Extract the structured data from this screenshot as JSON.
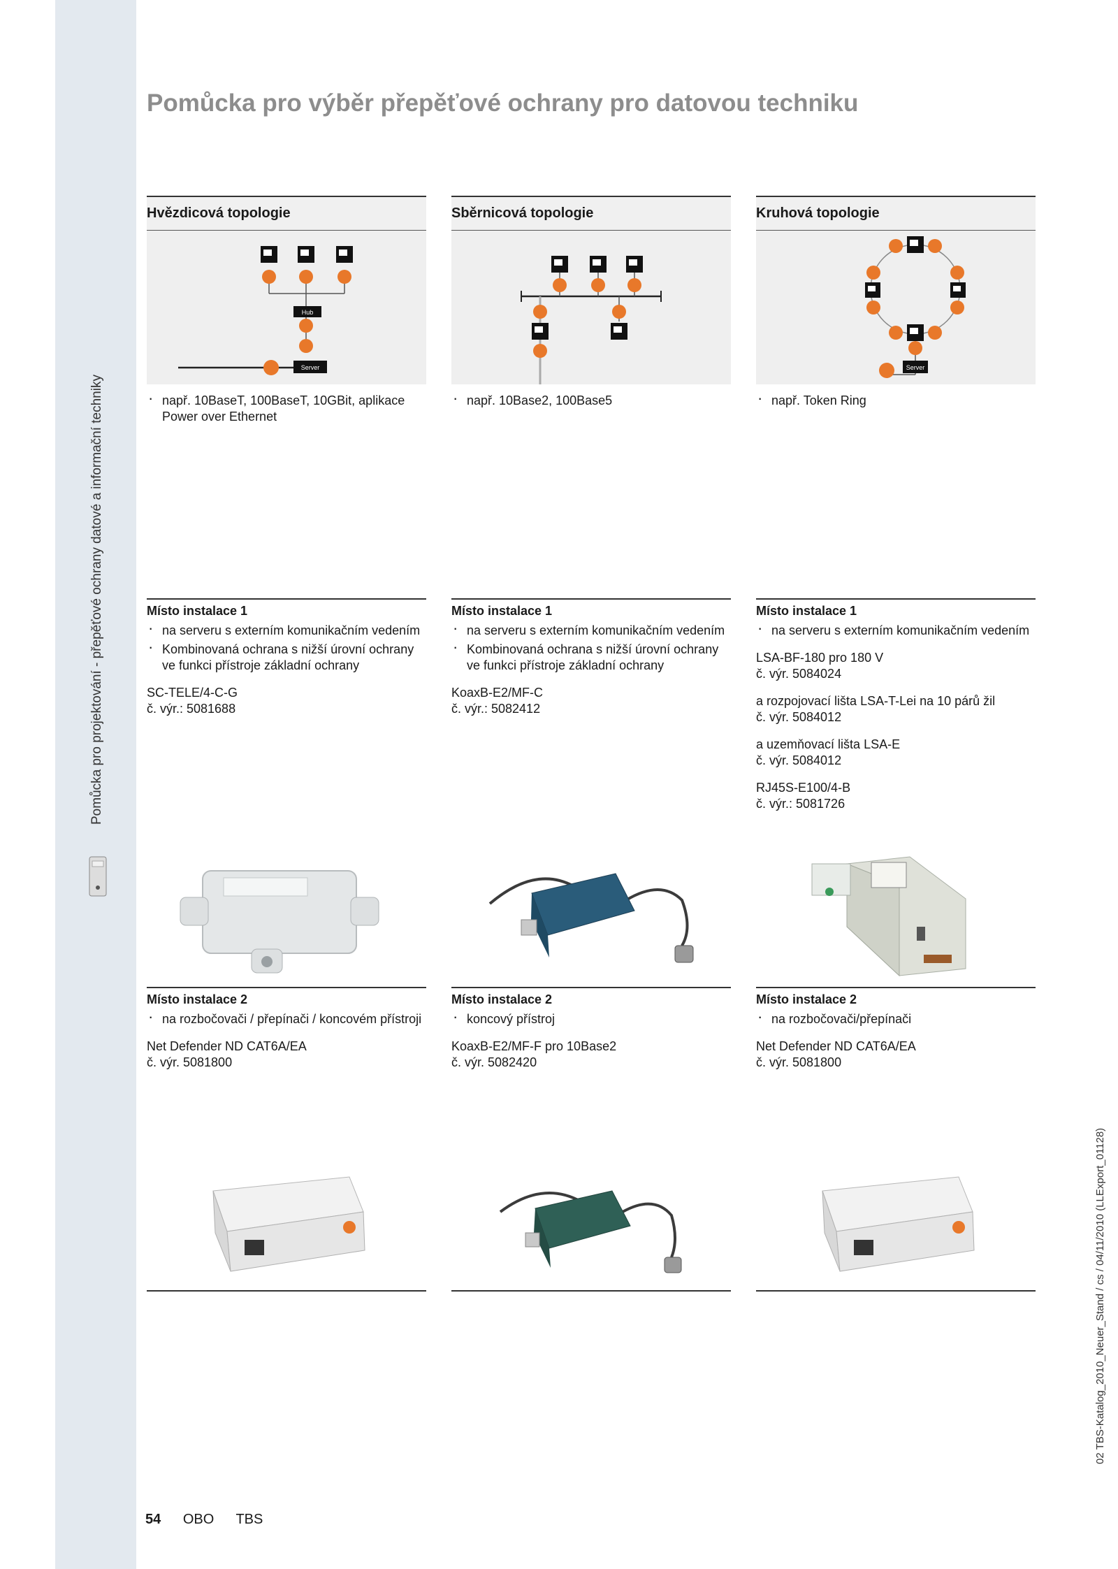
{
  "page": {
    "title": "Pomůcka pro výběr přepěťové ochrany pro datovou techniku",
    "side_label": "Pomůcka pro projektování - přepěťové ochrany datové a informační techniky",
    "right_label": "02 TBS-Katalog_2010_Neuer_Stand / cs / 04/11/2010 (LLExport_01128)",
    "footer": {
      "page_number": "54",
      "brand": "OBO",
      "section": "TBS"
    }
  },
  "columns": [
    {
      "heading": "Hvězdicová topologie",
      "diagram": {
        "hub_label": "Hub",
        "server_label": "Server"
      },
      "examples": [
        "např. 10BaseT, 100BaseT, 10GBit, aplikace Power over Ethernet"
      ],
      "install1": {
        "heading": "Místo instalace 1",
        "bullets": [
          "na serveru s externím komunikačním vedením",
          "Kombinovaná ochrana s nižší úrovní ochrany ve funkci přístroje základní ochrany"
        ],
        "products": [
          {
            "name": "SC-TELE/4-C-G",
            "code": "č. výr.: 5081688"
          }
        ]
      },
      "install2": {
        "heading": "Místo instalace 2",
        "bullets": [
          "na rozbočovači / přepínači / koncovém přístroji"
        ],
        "products": [
          {
            "name": "Net Defender ND CAT6A/EA",
            "code": "č. výr. 5081800"
          }
        ]
      }
    },
    {
      "heading": "Sběrnicová topologie",
      "examples": [
        "např. 10Base2, 100Base5"
      ],
      "install1": {
        "heading": "Místo instalace 1",
        "bullets": [
          "na serveru s externím komunikačním vedením",
          "Kombinovaná ochrana s nižší úrovní ochrany ve funkci přístroje základní ochrany"
        ],
        "products": [
          {
            "name": "KoaxB-E2/MF-C",
            "code": "č. výr.: 5082412"
          }
        ]
      },
      "install2": {
        "heading": "Místo instalace 2",
        "bullets": [
          "koncový přístroj"
        ],
        "products": [
          {
            "name": "KoaxB-E2/MF-F pro 10Base2",
            "code": "č. výr. 5082420"
          }
        ]
      }
    },
    {
      "heading": "Kruhová topologie",
      "diagram": {
        "server_label": "Server"
      },
      "examples": [
        "např. Token Ring"
      ],
      "install1": {
        "heading": "Místo instalace 1",
        "bullets": [
          "na serveru s externím komunikačním vedením"
        ],
        "products": [
          {
            "name": "LSA-BF-180 pro 180 V",
            "code": "č. výr. 5084024"
          },
          {
            "name": "a rozpojovací lišta LSA-T-Lei na 10 párů žil",
            "code": "č. výr. 5084012"
          },
          {
            "name": "a uzemňovací lišta LSA-E",
            "code": "č. výr. 5084012"
          },
          {
            "name": "RJ45S-E100/4-B",
            "code": "č. výr.: 5081726"
          }
        ]
      },
      "install2": {
        "heading": "Místo instalace 2",
        "bullets": [
          "na rozbočovači/přepínači"
        ],
        "products": [
          {
            "name": "Net Defender ND CAT6A/EA",
            "code": "č. výr. 5081800"
          }
        ]
      }
    }
  ],
  "colors": {
    "accent": "#e8782a",
    "title_gray": "#8d8d8d",
    "band": "#e3e9ef"
  },
  "icons": [
    "computer-icon",
    "protection-marker-icon",
    "surge-protector-icon"
  ]
}
